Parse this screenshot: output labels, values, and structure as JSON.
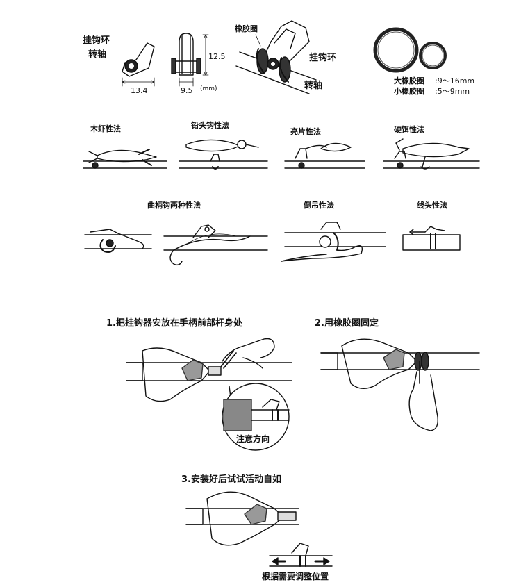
{
  "top": {
    "hanger_ring": "挂钩环",
    "pivot_axis": "转轴",
    "dim_height": "12.5",
    "dim_length": "13.4",
    "dim_width": "9.5",
    "dim_unit": "(mm)",
    "rubber_ring": "橡胶圈",
    "hanger_ring_2": "挂钩环",
    "pivot_axis_2": "转轴",
    "large_ring_label": "大橡胶圈",
    "large_ring_size": ":9～16mm",
    "small_ring_label": "小橡胶圈",
    "small_ring_size": ":5～9mm"
  },
  "methods": {
    "shrimp": "木虾性法",
    "jig_head": "铅头钩性法",
    "spinner": "亮片性法",
    "hard_bait": "硬饵性法",
    "crank_hook": "曲柄钩两种性法",
    "drop_shot": "倒吊性法",
    "line_end": "线头性法"
  },
  "steps": {
    "step1": "1.把挂钩器安放在手柄前部杆身处",
    "step1_note": "注意方向",
    "step2": "2.用橡胶圈固定",
    "step3": "3.安装好后试试活动自如",
    "step3_note": "根据需要调整位置"
  }
}
